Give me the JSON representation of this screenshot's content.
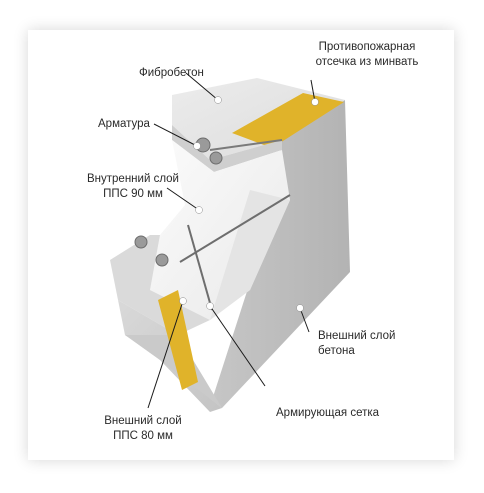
{
  "labels": {
    "fibrobeton": "Фибробетон",
    "fire_barrier": "Противопожарная\nотсечка из минвать",
    "rebar": "Арматура",
    "inner_pps": "Внутренний слой\nППС 90 мм",
    "outer_concrete": "Внешний слой\nбетона",
    "reinforcing_mesh": "Армирующая сетка",
    "outer_pps": "Внешний слой\nППС 80 мм"
  },
  "colors": {
    "concrete_light": "#e6e6e6",
    "concrete_mid": "#d4d4d4",
    "concrete_dark": "#b9b9b9",
    "insulation_white": "#f5f5f5",
    "mineral_wool": "#e0b32a",
    "marker_dot": "#ffffff",
    "leader_line": "#1a1a1a"
  }
}
